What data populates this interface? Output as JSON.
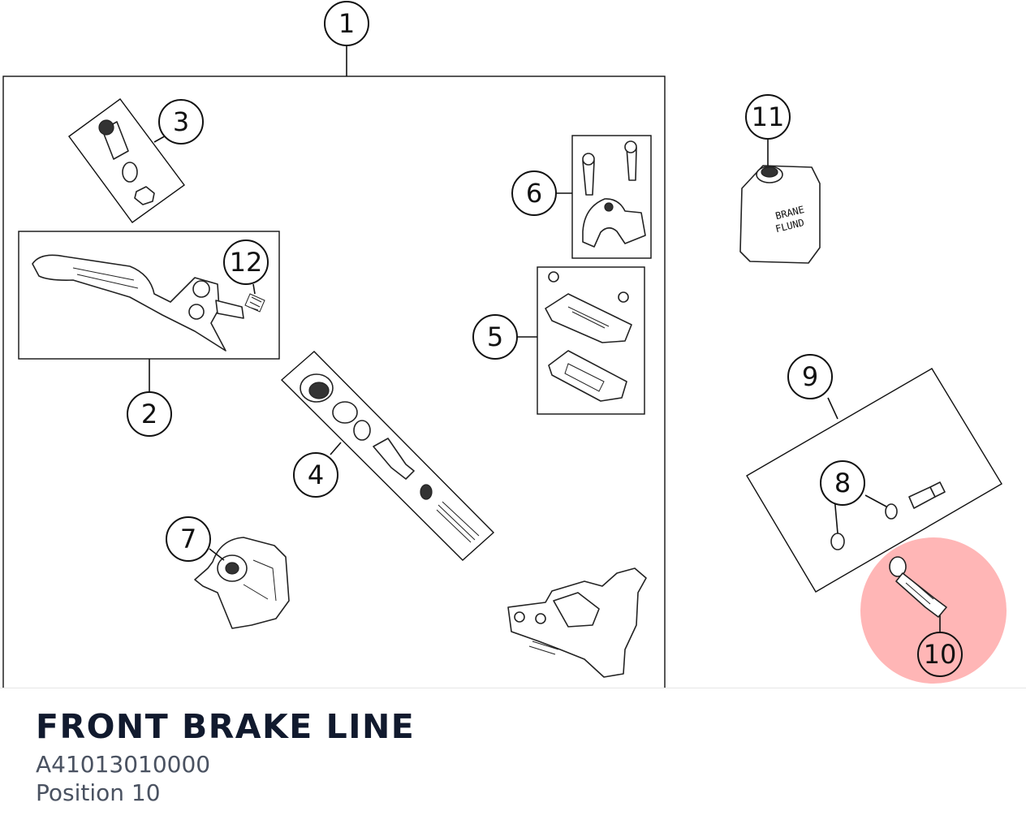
{
  "title": "FRONT BRAKE LINE",
  "part_number": "A41013010000",
  "position_label": "Position 10",
  "highlight_color": "#ff7a7a",
  "callouts": [
    {
      "id": "c1",
      "label": "1"
    },
    {
      "id": "c2",
      "label": "2"
    },
    {
      "id": "c3",
      "label": "3"
    },
    {
      "id": "c4",
      "label": "4"
    },
    {
      "id": "c5",
      "label": "5"
    },
    {
      "id": "c6",
      "label": "6"
    },
    {
      "id": "c7",
      "label": "7"
    },
    {
      "id": "c8",
      "label": "8"
    },
    {
      "id": "c9",
      "label": "9"
    },
    {
      "id": "c10",
      "label": "10"
    },
    {
      "id": "c11",
      "label": "11"
    },
    {
      "id": "c12",
      "label": "12"
    }
  ],
  "bottle_label_line1": "BRANE",
  "bottle_label_line2": "FLUND"
}
